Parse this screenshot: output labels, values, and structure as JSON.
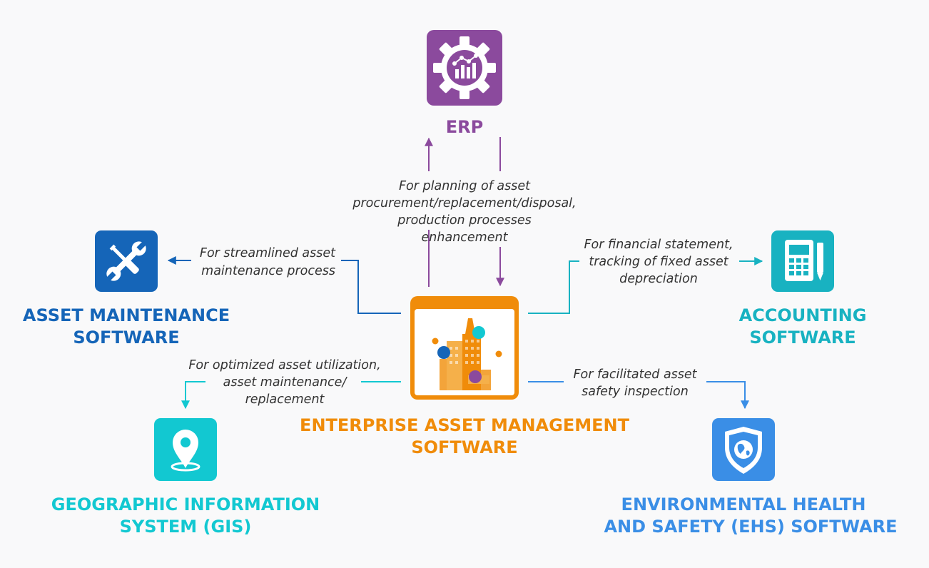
{
  "colors": {
    "erp": "#8b4a9d",
    "maintenance": "#1565b8",
    "accounting": "#18b2c1",
    "gis": "#12c8d1",
    "ehs": "#3a8ee6",
    "eam": "#f08c0a",
    "text": "#333333"
  },
  "nodes": {
    "erp": {
      "title": "ERP",
      "icon": "gear-chart-icon"
    },
    "maintenance": {
      "title_line1": "ASSET MAINTENANCE",
      "title_line2": "SOFTWARE",
      "icon": "wrench-screwdriver-icon"
    },
    "accounting": {
      "title_line1": "ACCOUNTING",
      "title_line2": "SOFTWARE",
      "icon": "calculator-icon"
    },
    "gis": {
      "title_line1": "GEOGRAPHIC INFORMATION",
      "title_line2": "SYSTEM (GIS)",
      "icon": "map-pin-icon"
    },
    "ehs": {
      "title_line1": "ENVIRONMENTAL HEALTH",
      "title_line2": "AND SAFETY (EHS) SOFTWARE",
      "icon": "shield-globe-icon"
    },
    "eam": {
      "title_line1": "ENTERPRISE ASSET MANAGEMENT",
      "title_line2": "SOFTWARE",
      "icon": "city-buildings-icon"
    }
  },
  "connections": {
    "erp": {
      "line1": "For planning of asset",
      "line2": "procurement/replacement/disposal,",
      "line3": "production processes",
      "line4": "enhancement"
    },
    "maintenance": {
      "line1": "For streamlined asset",
      "line2": "maintenance process"
    },
    "accounting": {
      "line1": "For financial statement,",
      "line2": "tracking of fixed asset",
      "line3": "depreciation"
    },
    "gis": {
      "line1": "For optimized asset utilization,",
      "line2": "asset maintenance/",
      "line3": "replacement"
    },
    "ehs": {
      "line1": "For facilitated asset",
      "line2": "safety inspection"
    }
  }
}
